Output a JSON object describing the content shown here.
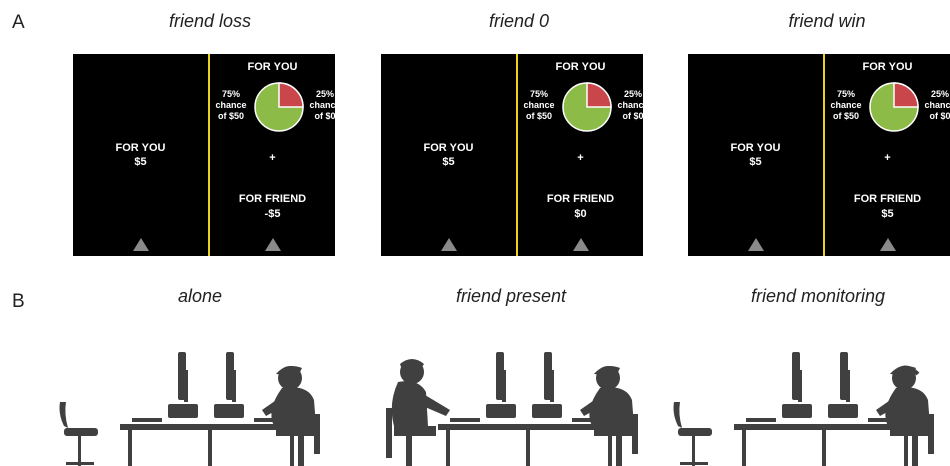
{
  "panel_a": {
    "letter": "A",
    "conditions": [
      {
        "title": "friend loss",
        "friend_amount": "-$5"
      },
      {
        "title": "friend 0",
        "friend_amount": "$0"
      },
      {
        "title": "friend win",
        "friend_amount": "$5"
      }
    ],
    "screen": {
      "left_heading": "FOR YOU",
      "left_amount": "$5",
      "right_heading": "FOR YOU",
      "left_chance_pct": "75%",
      "left_chance_word": "chance",
      "left_chance_prize": "of $50",
      "right_chance_pct": "25%",
      "right_chance_word": "chance",
      "right_chance_prize": "of $0",
      "plus": "+",
      "friend_heading": "FOR FRIEND",
      "pie": {
        "win_fraction": 0.75,
        "lose_fraction": 0.25,
        "win_color": "#8cbc47",
        "lose_color": "#c9474a"
      }
    },
    "colors": {
      "background": "#000000",
      "divider": "#e8d21c",
      "arrow": "#8a8a8a"
    }
  },
  "panel_b": {
    "letter": "B",
    "conditions": [
      {
        "title": "alone"
      },
      {
        "title": "friend present"
      },
      {
        "title": "friend monitoring"
      }
    ],
    "silhouette_color": "#404040"
  }
}
